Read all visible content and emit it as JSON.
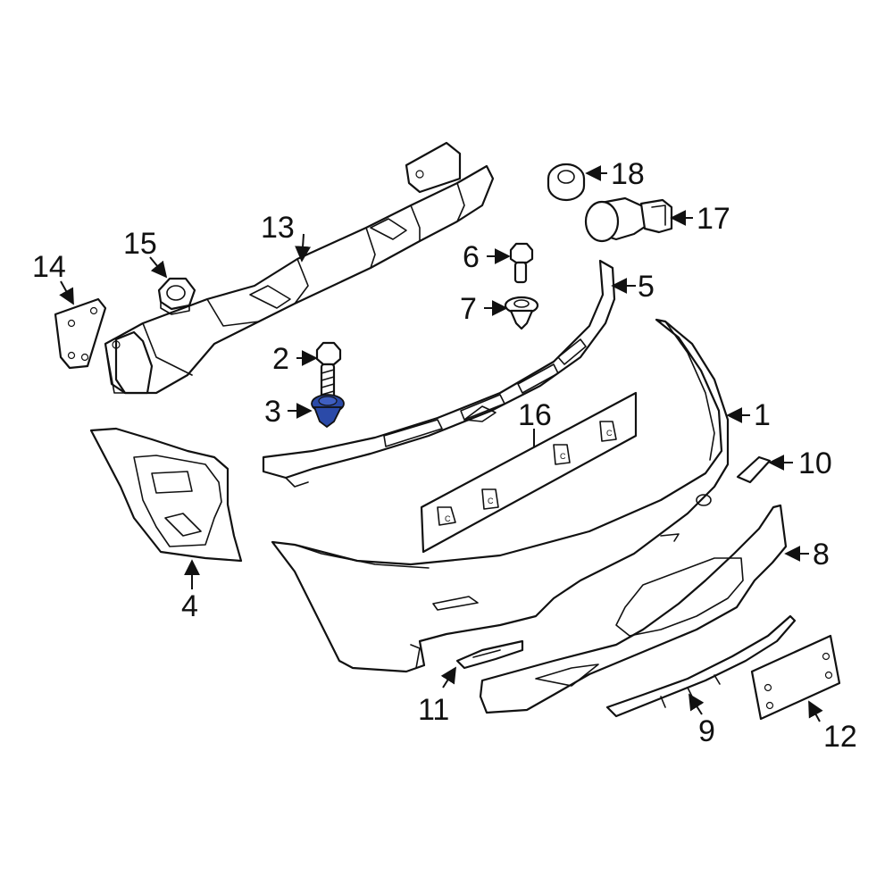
{
  "callouts": {
    "c1": "1",
    "c2": "2",
    "c3": "3",
    "c4": "4",
    "c5": "5",
    "c6": "6",
    "c7": "7",
    "c8": "8",
    "c9": "9",
    "c10": "10",
    "c11": "11",
    "c12": "12",
    "c13": "13",
    "c14": "14",
    "c15": "15",
    "c16": "16",
    "c17": "17",
    "c18": "18"
  },
  "clip_letter": "C",
  "colors": {
    "highlight": "#2b4aa8",
    "line": "#111111",
    "fill": "#ffffff"
  }
}
